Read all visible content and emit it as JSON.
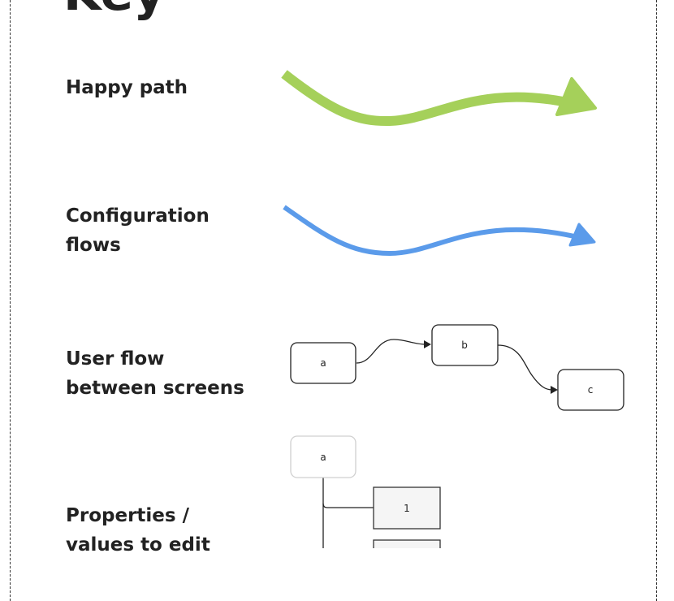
{
  "title": "Key",
  "legend": [
    {
      "label": "Happy path",
      "color": "#a5d05a"
    },
    {
      "label": "Configuration\nflows",
      "color": "#5b9bea"
    },
    {
      "label": "User flow\nbetween screens"
    },
    {
      "label": "Properties /\nvalues to edit"
    }
  ],
  "user_flow_nodes": [
    "a",
    "b",
    "c"
  ],
  "properties_nodes": {
    "parent": "a",
    "children": [
      "1",
      ""
    ]
  }
}
